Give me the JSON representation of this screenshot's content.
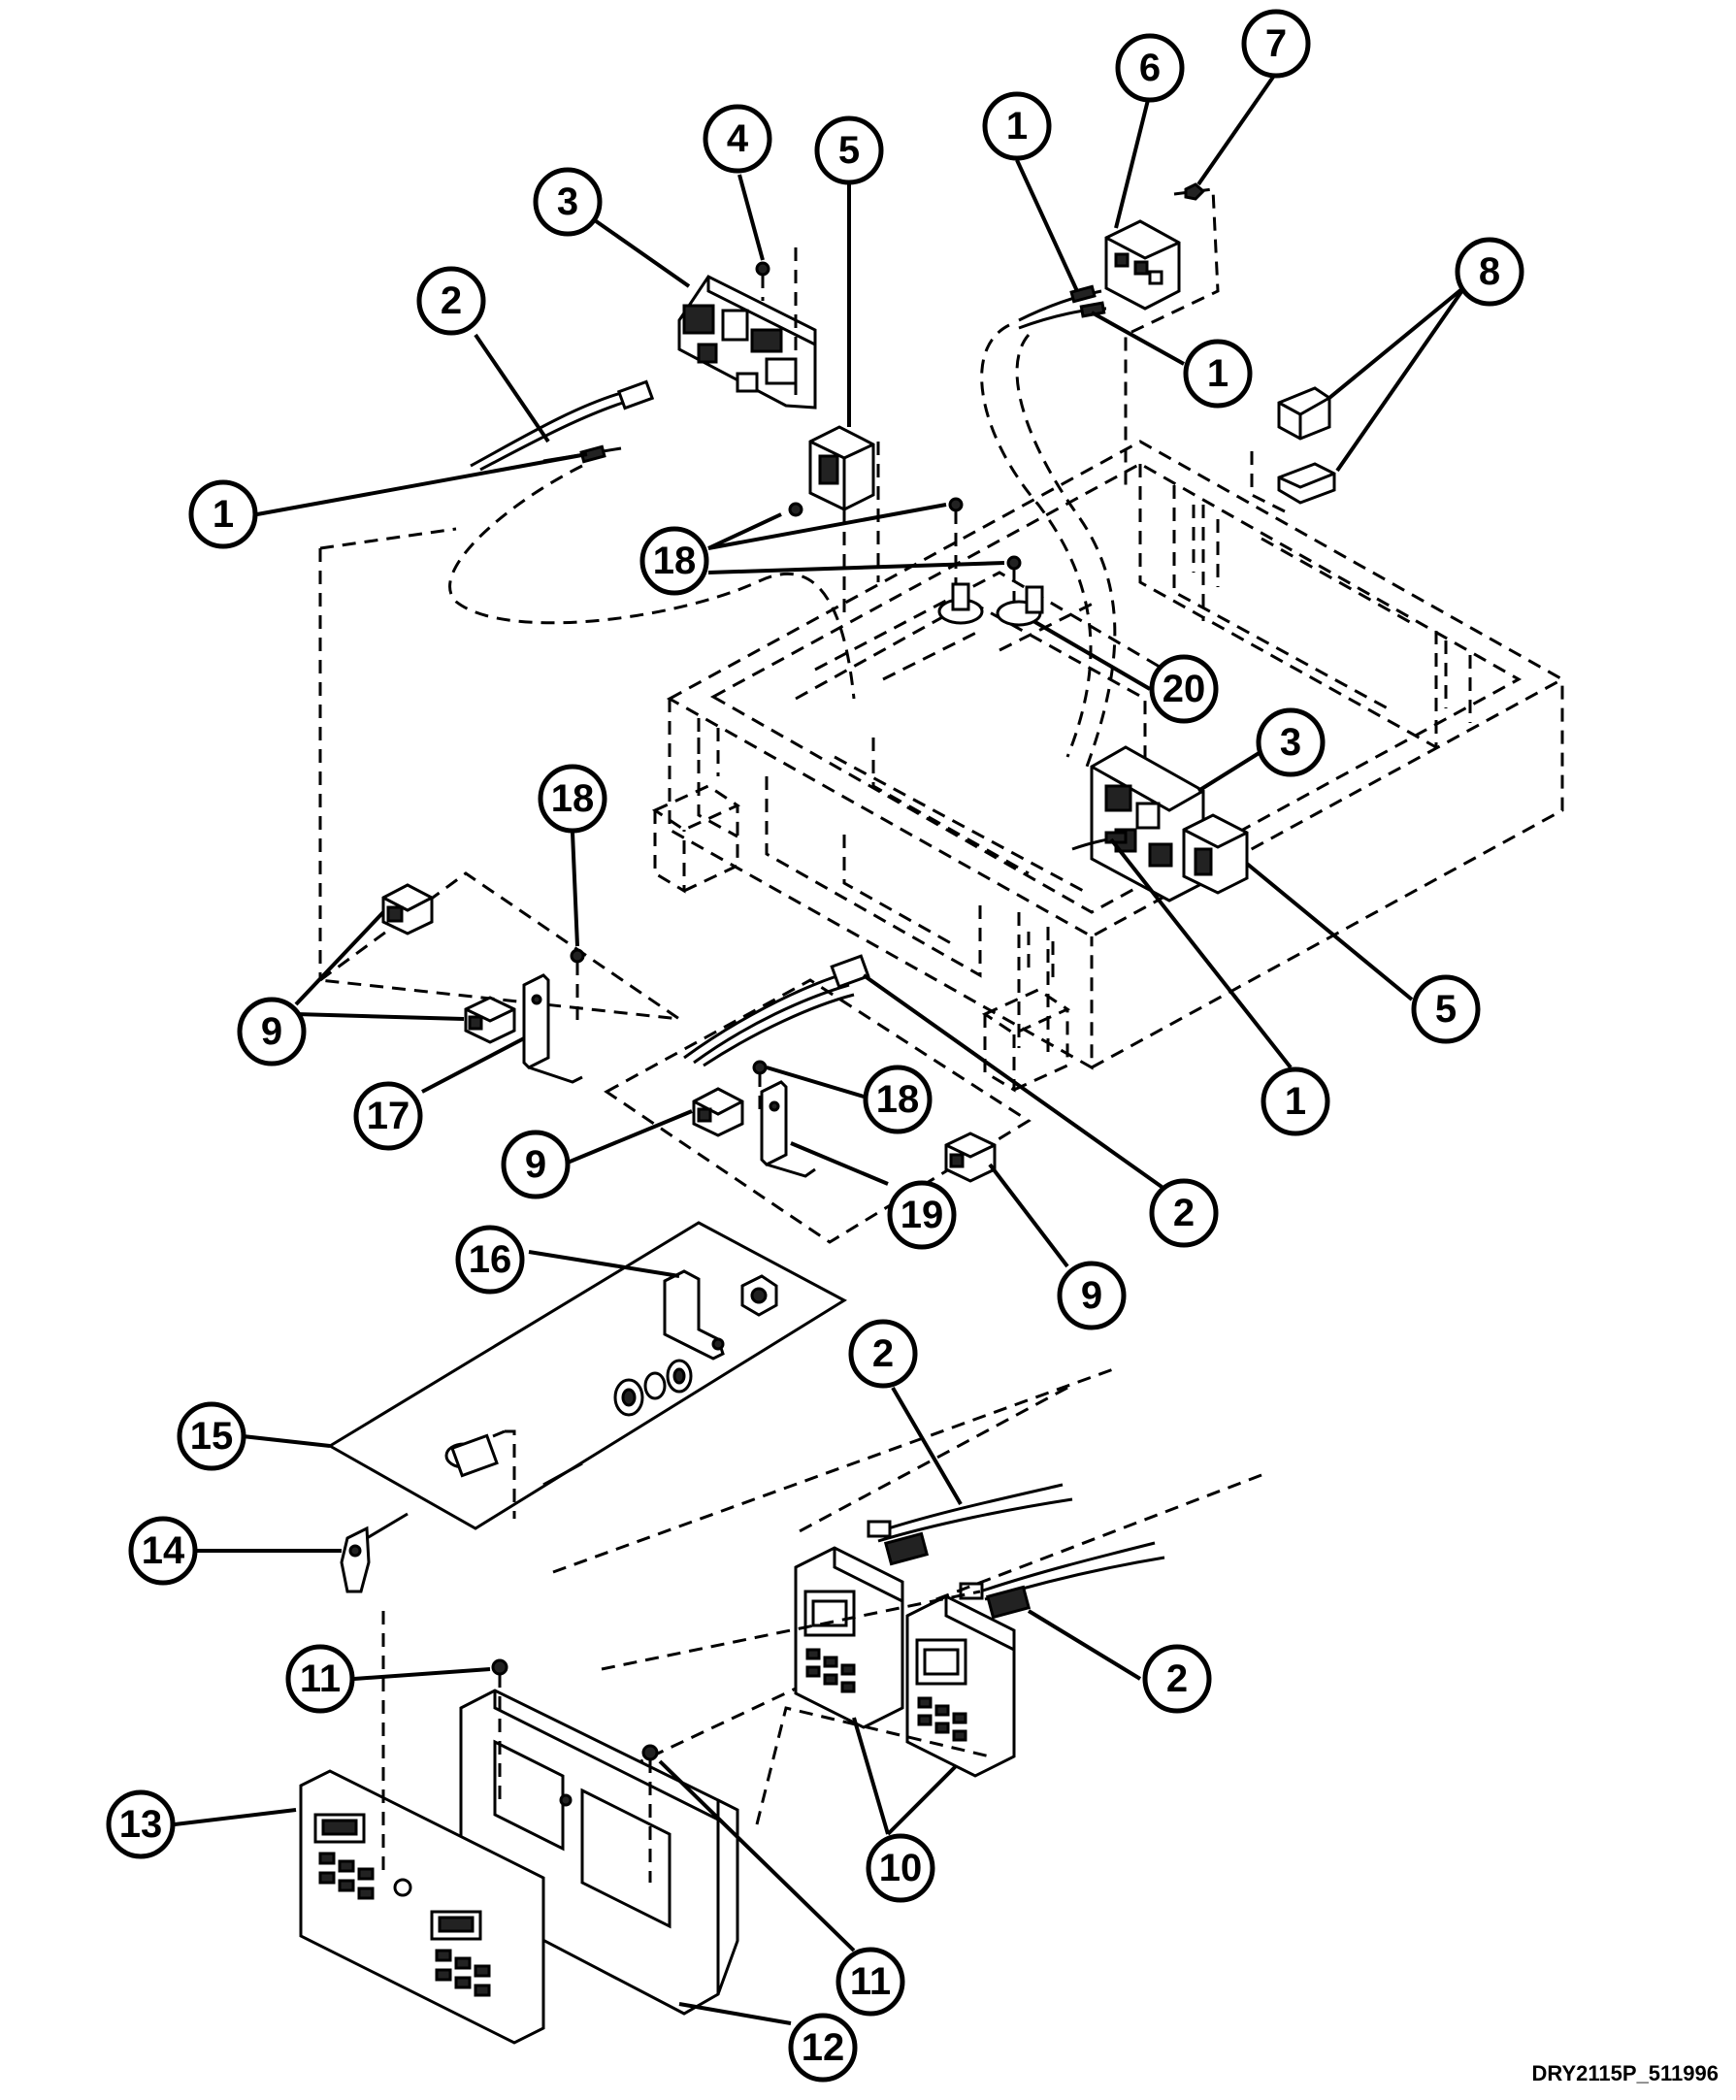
{
  "callouts": [
    {
      "id": "c1a",
      "label": "1"
    },
    {
      "id": "c6",
      "label": "6"
    },
    {
      "id": "c7",
      "label": "7"
    },
    {
      "id": "c5a",
      "label": "5"
    },
    {
      "id": "c4",
      "label": "4"
    },
    {
      "id": "c3a",
      "label": "3"
    },
    {
      "id": "c2a",
      "label": "2"
    },
    {
      "id": "c8",
      "label": "8"
    },
    {
      "id": "c1b",
      "label": "1"
    },
    {
      "id": "c1c",
      "label": "1"
    },
    {
      "id": "c18a",
      "label": "18"
    },
    {
      "id": "c20",
      "label": "20"
    },
    {
      "id": "c3b",
      "label": "3"
    },
    {
      "id": "c18b",
      "label": "18"
    },
    {
      "id": "c5b",
      "label": "5"
    },
    {
      "id": "c9a",
      "label": "9"
    },
    {
      "id": "c17",
      "label": "17"
    },
    {
      "id": "c1d",
      "label": "1"
    },
    {
      "id": "c18c",
      "label": "18"
    },
    {
      "id": "c9b",
      "label": "9"
    },
    {
      "id": "c19",
      "label": "19"
    },
    {
      "id": "c2b",
      "label": "2"
    },
    {
      "id": "c9c",
      "label": "9"
    },
    {
      "id": "c16",
      "label": "16"
    },
    {
      "id": "c15",
      "label": "15"
    },
    {
      "id": "c2c",
      "label": "2"
    },
    {
      "id": "c14",
      "label": "14"
    },
    {
      "id": "c2d",
      "label": "2"
    },
    {
      "id": "c11a",
      "label": "11"
    },
    {
      "id": "c13",
      "label": "13"
    },
    {
      "id": "c10",
      "label": "10"
    },
    {
      "id": "c11b",
      "label": "11"
    },
    {
      "id": "c12",
      "label": "12"
    }
  ],
  "drawing_code": "DRY2115P_511996"
}
